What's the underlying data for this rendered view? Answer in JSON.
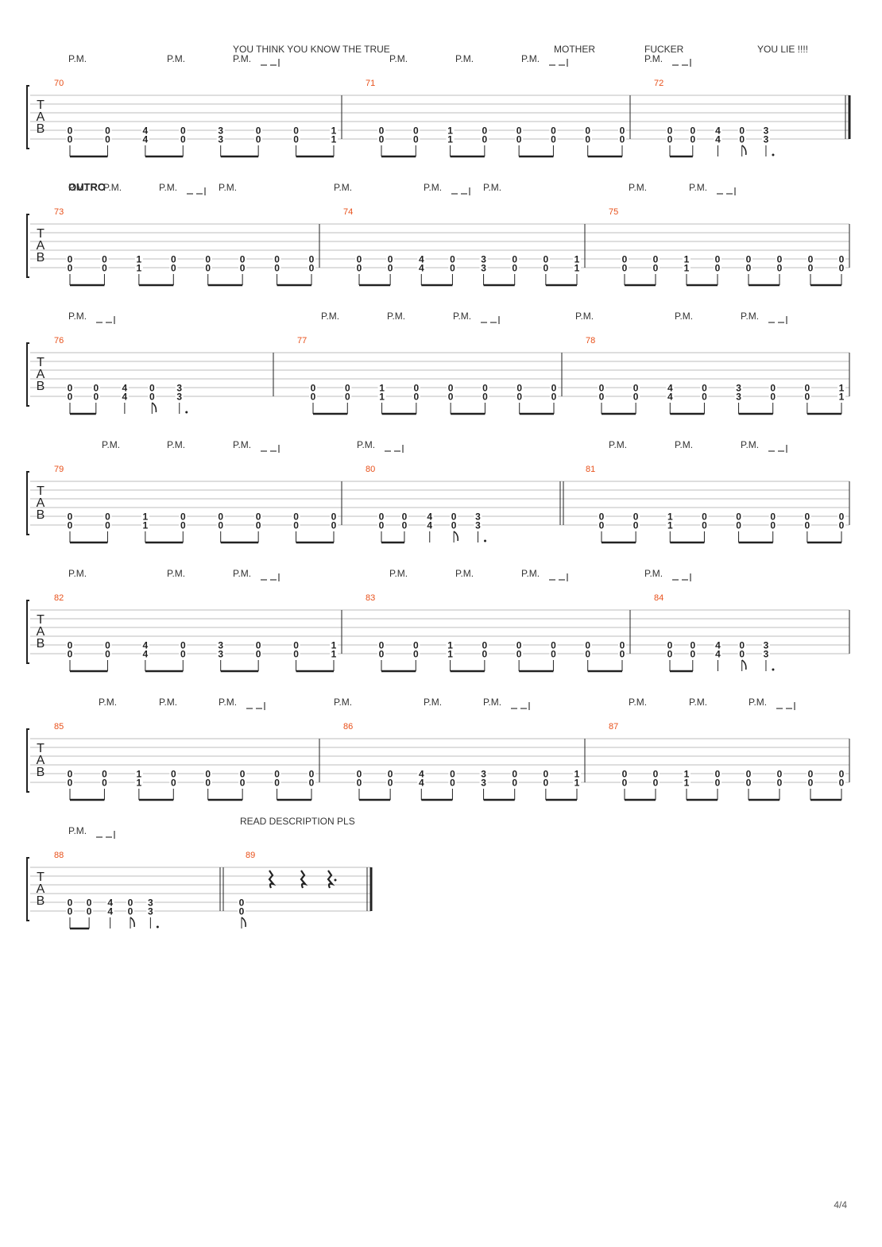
{
  "page": {
    "number": "4/4"
  },
  "tab_labels": [
    "T",
    "A",
    "B"
  ],
  "palm_mute_label": "P.M.",
  "colors": {
    "bar_number": "#e8501a",
    "staff_line": "#bdbdbd",
    "ink": "#222222",
    "text": "#333333"
  },
  "systems": [
    {
      "annotations": [
        {
          "kind": "pm",
          "text": "P.M."
        },
        {
          "kind": "pm",
          "text": "P.M."
        },
        {
          "kind": "pm",
          "text": "P.M.",
          "extend": true
        },
        {
          "kind": "pm",
          "text": "P.M."
        },
        {
          "kind": "pm",
          "text": "P.M."
        },
        {
          "kind": "pm",
          "text": "P.M.",
          "extend": true
        },
        {
          "kind": "pm",
          "text": "P.M.",
          "extend": true
        },
        {
          "kind": "lyric",
          "text": "YOU THINK YOU KNOW THE TRUE"
        },
        {
          "kind": "lyric",
          "text": "MOTHER"
        },
        {
          "kind": "lyric",
          "text": "FUCKER"
        },
        {
          "kind": "lyric",
          "text": "YOU LIE !!!!"
        }
      ],
      "measures": [
        {
          "number": "70",
          "notes": [
            [
              "0",
              "0"
            ],
            [
              "0",
              "0"
            ],
            [
              "4",
              "4"
            ],
            [
              "0",
              "0"
            ],
            [
              "3",
              "3"
            ],
            [
              "0",
              "0"
            ],
            [
              "0",
              "0"
            ],
            [
              "1",
              "1"
            ]
          ],
          "rhythm": "eighths"
        },
        {
          "number": "71",
          "notes": [
            [
              "0",
              "0"
            ],
            [
              "0",
              "0"
            ],
            [
              "1",
              "1"
            ],
            [
              "0",
              "0"
            ],
            [
              "0",
              "0"
            ],
            [
              "0",
              "0"
            ],
            [
              "0",
              "0"
            ],
            [
              "0",
              "0"
            ]
          ],
          "rhythm": "eighths"
        },
        {
          "number": "72",
          "notes": [
            [
              "0",
              "0"
            ],
            [
              "0",
              "0"
            ],
            [
              "4",
              "4"
            ],
            [
              "0",
              "0"
            ],
            [
              "3",
              "3"
            ]
          ],
          "rhythm": "ending",
          "final_double_bar": true
        }
      ]
    },
    {
      "section_label": "OUTRO",
      "annotations": [
        {
          "kind": "pm",
          "text": "P.M."
        },
        {
          "kind": "pm",
          "text": "P.M."
        },
        {
          "kind": "pm",
          "text": "P.M.",
          "extend": true
        },
        {
          "kind": "pm",
          "text": "P.M."
        },
        {
          "kind": "pm",
          "text": "P.M."
        },
        {
          "kind": "pm",
          "text": "P.M.",
          "extend": true
        },
        {
          "kind": "pm",
          "text": "P.M."
        },
        {
          "kind": "pm",
          "text": "P.M."
        },
        {
          "kind": "pm",
          "text": "P.M.",
          "extend": true
        }
      ],
      "measures": [
        {
          "number": "73",
          "notes": [
            [
              "0",
              "0"
            ],
            [
              "0",
              "0"
            ],
            [
              "1",
              "1"
            ],
            [
              "0",
              "0"
            ],
            [
              "0",
              "0"
            ],
            [
              "0",
              "0"
            ],
            [
              "0",
              "0"
            ],
            [
              "0",
              "0"
            ]
          ],
          "rhythm": "eighths"
        },
        {
          "number": "74",
          "notes": [
            [
              "0",
              "0"
            ],
            [
              "0",
              "0"
            ],
            [
              "4",
              "4"
            ],
            [
              "0",
              "0"
            ],
            [
              "3",
              "3"
            ],
            [
              "0",
              "0"
            ],
            [
              "0",
              "0"
            ],
            [
              "1",
              "1"
            ]
          ],
          "rhythm": "eighths"
        },
        {
          "number": "75",
          "notes": [
            [
              "0",
              "0"
            ],
            [
              "0",
              "0"
            ],
            [
              "1",
              "1"
            ],
            [
              "0",
              "0"
            ],
            [
              "0",
              "0"
            ],
            [
              "0",
              "0"
            ],
            [
              "0",
              "0"
            ],
            [
              "0",
              "0"
            ]
          ],
          "rhythm": "eighths"
        }
      ]
    },
    {
      "annotations": [
        {
          "kind": "pm",
          "text": "P.M.",
          "extend": true
        },
        {
          "kind": "pm",
          "text": "P.M."
        },
        {
          "kind": "pm",
          "text": "P.M."
        },
        {
          "kind": "pm",
          "text": "P.M.",
          "extend": true
        },
        {
          "kind": "pm",
          "text": "P.M."
        },
        {
          "kind": "pm",
          "text": "P.M."
        },
        {
          "kind": "pm",
          "text": "P.M.",
          "extend": true
        }
      ],
      "measures": [
        {
          "number": "76",
          "notes": [
            [
              "0",
              "0"
            ],
            [
              "0",
              "0"
            ],
            [
              "4",
              "4"
            ],
            [
              "0",
              "0"
            ],
            [
              "3",
              "3"
            ]
          ],
          "rhythm": "ending"
        },
        {
          "number": "77",
          "notes": [
            [
              "0",
              "0"
            ],
            [
              "0",
              "0"
            ],
            [
              "1",
              "1"
            ],
            [
              "0",
              "0"
            ],
            [
              "0",
              "0"
            ],
            [
              "0",
              "0"
            ],
            [
              "0",
              "0"
            ],
            [
              "0",
              "0"
            ]
          ],
          "rhythm": "eighths"
        },
        {
          "number": "78",
          "notes": [
            [
              "0",
              "0"
            ],
            [
              "0",
              "0"
            ],
            [
              "4",
              "4"
            ],
            [
              "0",
              "0"
            ],
            [
              "3",
              "3"
            ],
            [
              "0",
              "0"
            ],
            [
              "0",
              "0"
            ],
            [
              "1",
              "1"
            ]
          ],
          "rhythm": "eighths"
        }
      ]
    },
    {
      "annotations": [
        {
          "kind": "pm",
          "text": "P.M."
        },
        {
          "kind": "pm",
          "text": "P.M."
        },
        {
          "kind": "pm",
          "text": "P.M.",
          "extend": true
        },
        {
          "kind": "pm",
          "text": "P.M.",
          "extend": true
        },
        {
          "kind": "pm",
          "text": "P.M."
        },
        {
          "kind": "pm",
          "text": "P.M."
        },
        {
          "kind": "pm",
          "text": "P.M.",
          "extend": true
        }
      ],
      "measures": [
        {
          "number": "79",
          "notes": [
            [
              "0",
              "0"
            ],
            [
              "0",
              "0"
            ],
            [
              "1",
              "1"
            ],
            [
              "0",
              "0"
            ],
            [
              "0",
              "0"
            ],
            [
              "0",
              "0"
            ],
            [
              "0",
              "0"
            ],
            [
              "0",
              "0"
            ]
          ],
          "rhythm": "eighths"
        },
        {
          "number": "80",
          "notes": [
            [
              "0",
              "0"
            ],
            [
              "0",
              "0"
            ],
            [
              "4",
              "4"
            ],
            [
              "0",
              "0"
            ],
            [
              "3",
              "3"
            ]
          ],
          "rhythm": "ending",
          "double_bar_after": true
        },
        {
          "number": "81",
          "notes": [
            [
              "0",
              "0"
            ],
            [
              "0",
              "0"
            ],
            [
              "1",
              "1"
            ],
            [
              "0",
              "0"
            ],
            [
              "0",
              "0"
            ],
            [
              "0",
              "0"
            ],
            [
              "0",
              "0"
            ],
            [
              "0",
              "0"
            ]
          ],
          "rhythm": "eighths"
        }
      ]
    },
    {
      "annotations": [
        {
          "kind": "pm",
          "text": "P.M."
        },
        {
          "kind": "pm",
          "text": "P.M."
        },
        {
          "kind": "pm",
          "text": "P.M.",
          "extend": true
        },
        {
          "kind": "pm",
          "text": "P.M."
        },
        {
          "kind": "pm",
          "text": "P.M."
        },
        {
          "kind": "pm",
          "text": "P.M.",
          "extend": true
        },
        {
          "kind": "pm",
          "text": "P.M.",
          "extend": true
        }
      ],
      "measures": [
        {
          "number": "82",
          "notes": [
            [
              "0",
              "0"
            ],
            [
              "0",
              "0"
            ],
            [
              "4",
              "4"
            ],
            [
              "0",
              "0"
            ],
            [
              "3",
              "3"
            ],
            [
              "0",
              "0"
            ],
            [
              "0",
              "0"
            ],
            [
              "1",
              "1"
            ]
          ],
          "rhythm": "eighths"
        },
        {
          "number": "83",
          "notes": [
            [
              "0",
              "0"
            ],
            [
              "0",
              "0"
            ],
            [
              "1",
              "1"
            ],
            [
              "0",
              "0"
            ],
            [
              "0",
              "0"
            ],
            [
              "0",
              "0"
            ],
            [
              "0",
              "0"
            ],
            [
              "0",
              "0"
            ]
          ],
          "rhythm": "eighths"
        },
        {
          "number": "84",
          "notes": [
            [
              "0",
              "0"
            ],
            [
              "0",
              "0"
            ],
            [
              "4",
              "4"
            ],
            [
              "0",
              "0"
            ],
            [
              "3",
              "3"
            ]
          ],
          "rhythm": "ending"
        }
      ]
    },
    {
      "annotations": [
        {
          "kind": "pm",
          "text": "P.M."
        },
        {
          "kind": "pm",
          "text": "P.M."
        },
        {
          "kind": "pm",
          "text": "P.M.",
          "extend": true
        },
        {
          "kind": "pm",
          "text": "P.M."
        },
        {
          "kind": "pm",
          "text": "P.M."
        },
        {
          "kind": "pm",
          "text": "P.M.",
          "extend": true
        },
        {
          "kind": "pm",
          "text": "P.M."
        },
        {
          "kind": "pm",
          "text": "P.M."
        },
        {
          "kind": "pm",
          "text": "P.M.",
          "extend": true
        }
      ],
      "measures": [
        {
          "number": "85",
          "notes": [
            [
              "0",
              "0"
            ],
            [
              "0",
              "0"
            ],
            [
              "1",
              "1"
            ],
            [
              "0",
              "0"
            ],
            [
              "0",
              "0"
            ],
            [
              "0",
              "0"
            ],
            [
              "0",
              "0"
            ],
            [
              "0",
              "0"
            ]
          ],
          "rhythm": "eighths"
        },
        {
          "number": "86",
          "notes": [
            [
              "0",
              "0"
            ],
            [
              "0",
              "0"
            ],
            [
              "4",
              "4"
            ],
            [
              "0",
              "0"
            ],
            [
              "3",
              "3"
            ],
            [
              "0",
              "0"
            ],
            [
              "0",
              "0"
            ],
            [
              "1",
              "1"
            ]
          ],
          "rhythm": "eighths"
        },
        {
          "number": "87",
          "notes": [
            [
              "0",
              "0"
            ],
            [
              "0",
              "0"
            ],
            [
              "1",
              "1"
            ],
            [
              "0",
              "0"
            ],
            [
              "0",
              "0"
            ],
            [
              "0",
              "0"
            ],
            [
              "0",
              "0"
            ],
            [
              "0",
              "0"
            ]
          ],
          "rhythm": "eighths"
        }
      ]
    },
    {
      "annotations": [
        {
          "kind": "pm",
          "text": "P.M.",
          "extend": true
        },
        {
          "kind": "lyric",
          "text": "READ DESCRIPTION PLS"
        }
      ],
      "measures": [
        {
          "number": "88",
          "notes": [
            [
              "0",
              "0"
            ],
            [
              "0",
              "0"
            ],
            [
              "4",
              "4"
            ],
            [
              "0",
              "0"
            ],
            [
              "3",
              "3"
            ]
          ],
          "rhythm": "ending",
          "double_bar_after": true
        },
        {
          "number": "89",
          "notes": [
            [
              "0",
              "0"
            ]
          ],
          "rhythm": "last",
          "final_double_bar": true
        }
      ]
    }
  ]
}
